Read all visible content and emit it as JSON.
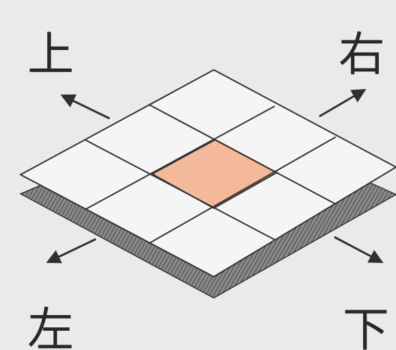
{
  "labels": {
    "up": "上",
    "right": "右",
    "left": "左",
    "down": "下"
  },
  "colors": {
    "background": "#e9eaec",
    "tile": "#f5f5f5",
    "highlight": "#f4b89b",
    "grid_line": "#303030",
    "shadow_base": "#7a7a7a",
    "text": "#282828"
  },
  "diagram": {
    "grid_rows": 3,
    "grid_cols": 3,
    "highlighted_cell": "center",
    "arrows": [
      "up-left",
      "up-right",
      "down-left",
      "down-right"
    ]
  }
}
